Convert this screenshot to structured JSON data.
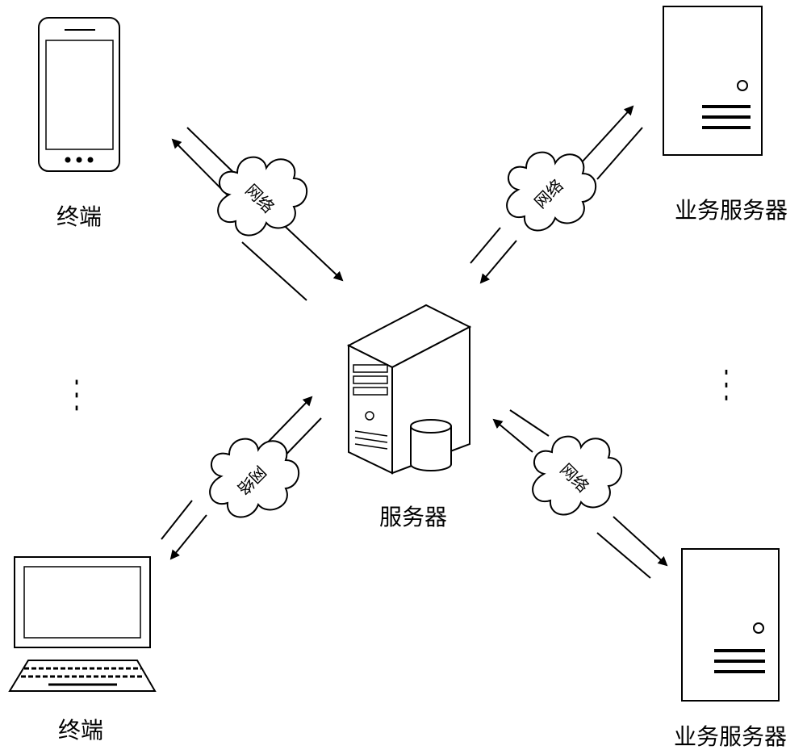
{
  "labels": {
    "terminal_top": "终端",
    "terminal_bottom": "终端",
    "server": "服务器",
    "biz_server_top": "业务服务器",
    "biz_server_bottom": "业务服务器"
  },
  "network": {
    "top_left": "网络",
    "top_right": "网络",
    "bottom_left": "网络",
    "bottom_right": "网络"
  },
  "ellipsis": "⋮"
}
